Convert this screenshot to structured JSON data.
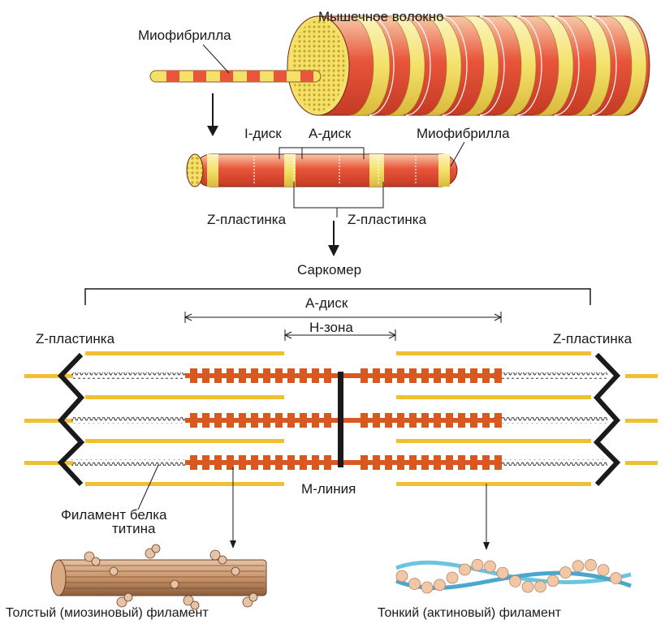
{
  "labels": {
    "muscle_fiber": "Мышечное волокно",
    "myofibril_top": "Миофибрилла",
    "i_disk": "I-диск",
    "a_disk_top": "А-диск",
    "myofibril_mid": "Миофибрилла",
    "z_plate_mid_left": "Z-пластинка",
    "z_plate_mid_right": "Z-пластинка",
    "sarcomere": "Саркомер",
    "a_disk": "А-диск",
    "h_zone": "Н-зона",
    "z_plate_left": "Z-пластинка",
    "z_plate_right": "Z-пластинка",
    "m_line": "М-линия",
    "titin_line1": "Филамент белка",
    "titin_line2": "титина",
    "thick_filament": "Толстый (миозиновый) филамент",
    "thin_filament": "Тонкий (актиновый) филамент"
  },
  "colors": {
    "fiber_red": "#e8553a",
    "fiber_yellow": "#f4e16a",
    "actin_yellow": "#f0c030",
    "myosin_orange": "#d9581f",
    "zline_black": "#1a1a1a",
    "titin_gray": "#555555",
    "myosin_tan": "#c8946a",
    "actin_blue": "#6cc5e0",
    "actin_bead": "#f1c7a6"
  }
}
